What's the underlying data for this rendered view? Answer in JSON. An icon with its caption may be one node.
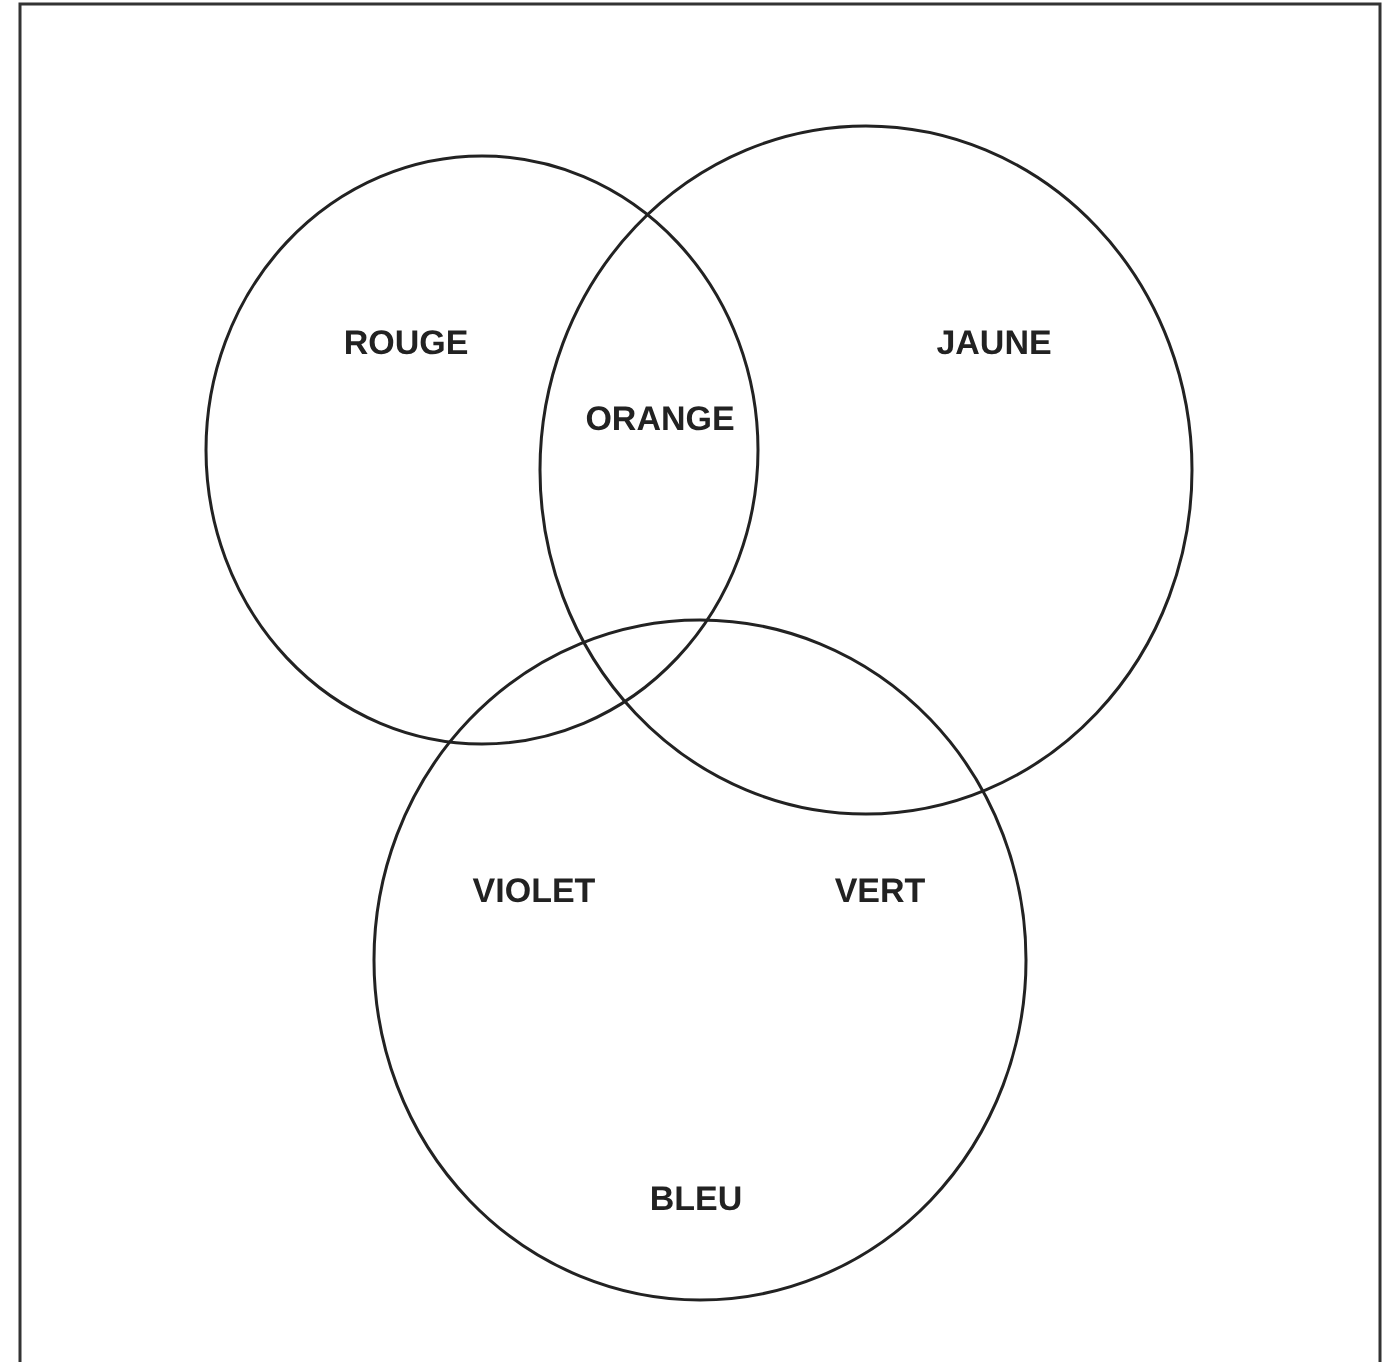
{
  "diagram": {
    "nodes": [
      {
        "text": [
          "ROUGE"
        ]
      },
      {
        "text": [
          "JAUNE"
        ]
      },
      {
        "text": [
          "BLEU"
        ]
      }
    ],
    "edges": [],
    "labels": [
      "ORANGE",
      "VIOLET",
      "VERT"
    ]
  }
}
